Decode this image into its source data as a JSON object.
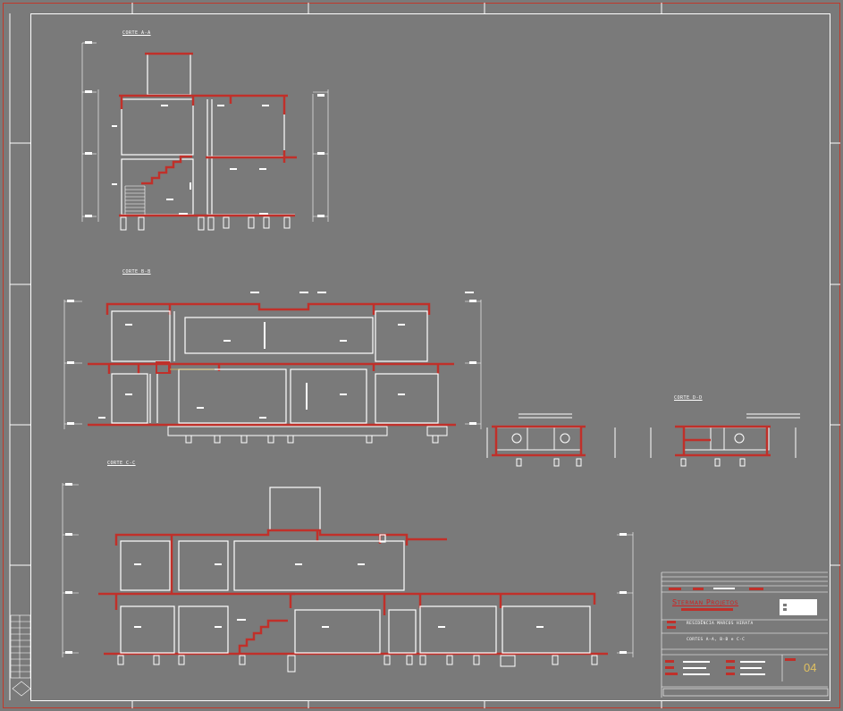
{
  "sections": [
    {
      "id": "a",
      "title": "CORTE A-A"
    },
    {
      "id": "b",
      "title": "CORTE B-B"
    },
    {
      "id": "c",
      "title": "CORTE C-C"
    },
    {
      "id": "d",
      "title": "CORTE D-D"
    }
  ],
  "title_block": {
    "firm": "Sterman Projetos",
    "project": "RESIDÊNCIA MARCOS HIRATA",
    "sheet_content": "CORTES A-A, B-B e C-C",
    "sheet_number": "04"
  },
  "colors": {
    "background": "#7a7a7a",
    "border": "#c0392b",
    "wall": "#ffffff",
    "slab": "#c0302a"
  }
}
